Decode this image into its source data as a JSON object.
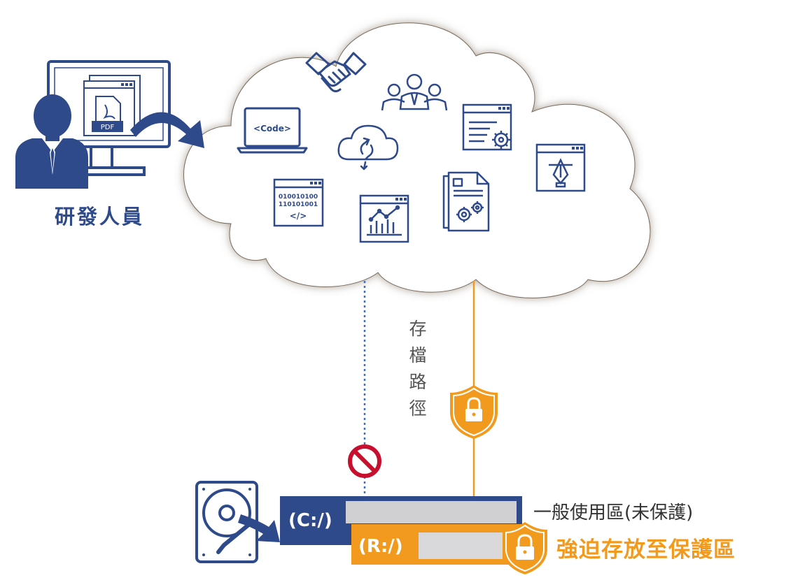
{
  "person": {
    "label": "研發人員"
  },
  "pdf_badge": "PDF",
  "cloud": {
    "code_window_text": "<Code>"
  },
  "binary_window": {
    "line1": "010010100",
    "line2": "110101001",
    "tag": "</>"
  },
  "save_path_label": "存檔路徑",
  "drives": {
    "c_drive": "(C:/)",
    "r_drive": "(R:/)",
    "general_area": "一般使用區(未保護)",
    "protected_area": "強迫存放至保護區"
  },
  "colors": {
    "navy": "#2E4A8B",
    "orange": "#F29A1E",
    "blocked_red": "#C8102E",
    "gray_fill": "#D0D0D2"
  }
}
